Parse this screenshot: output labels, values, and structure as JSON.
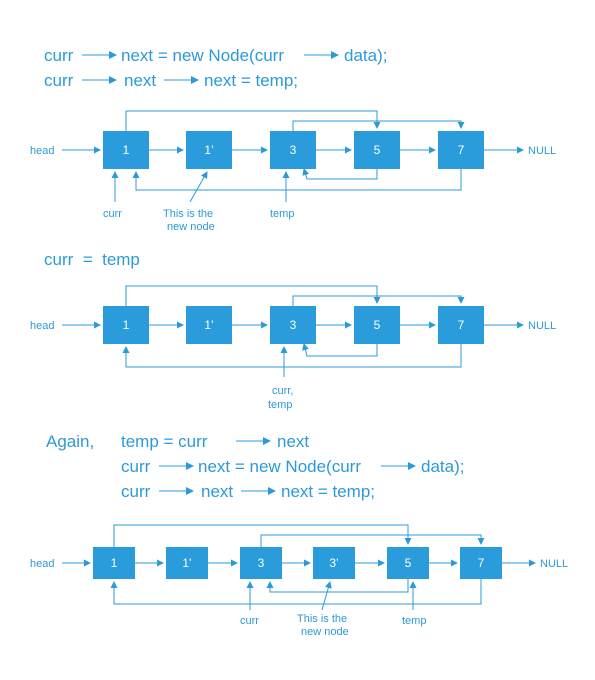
{
  "colors": {
    "accent": "#2c9ad9",
    "node_fill": "#2a9cdc",
    "node_text": "#ffffff"
  },
  "section1": {
    "code1": {
      "a": "curr",
      "b": "next = new Node(curr",
      "c": "data);"
    },
    "code2": {
      "a": "curr",
      "b": "next",
      "c": "next = temp;"
    },
    "head": "head",
    "null": "NULL",
    "nodes": [
      "1",
      "1’",
      "3",
      "5",
      "7"
    ],
    "curr_label": "curr",
    "new_node_line1": "This is the",
    "new_node_line2": "new node",
    "temp_label": "temp"
  },
  "section2": {
    "code": "curr  =  temp",
    "head": "head",
    "null": "NULL",
    "nodes": [
      "1",
      "1’",
      "3",
      "5",
      "7"
    ],
    "label_line1": "curr,",
    "label_line2": "temp"
  },
  "section3": {
    "again": "Again,",
    "code1": {
      "a": "temp = curr",
      "b": "next"
    },
    "code2": {
      "a": "curr",
      "b": "next = new Node(curr",
      "c": "data);"
    },
    "code3": {
      "a": "curr",
      "b": "next",
      "c": "next = temp;"
    },
    "head": "head",
    "null": "NULL",
    "nodes": [
      "1",
      "1’",
      "3",
      "3’",
      "5",
      "7"
    ],
    "curr_label": "curr",
    "new_node_line1": "This is the",
    "new_node_line2": "new node",
    "temp_label": "temp"
  }
}
